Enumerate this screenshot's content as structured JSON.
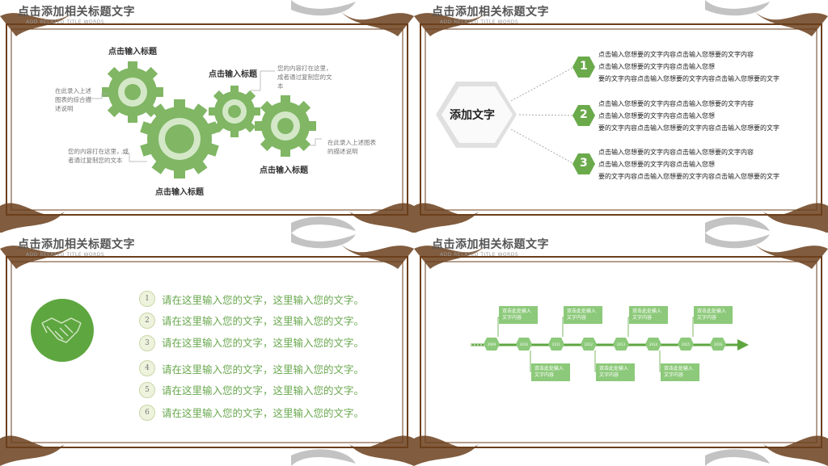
{
  "slides": [
    {
      "title": "点击添加相关标题文字",
      "subtitle": "ADD RELATED TITLE WORDS",
      "gear_labels": [
        "点击输入标题",
        "点击输入标题",
        "点击输入标题",
        "点击输入标题"
      ],
      "notes": [
        "在此录入上述图表的综合描述说明",
        "您的内容打在这里，或者通过复制您的文本",
        "您的内容打在这里，成者通过复制您的文本",
        "在此录入上述图表的描述说明"
      ]
    },
    {
      "title": "点击添加相关标题文字",
      "subtitle": "ADD RELATED TITLE WORDS",
      "center_text": "添加文字",
      "items": [
        {
          "num": "1",
          "lines": [
            "点击输入您想要的文字内容点击输入您想要的文字内容",
            "点击输入您想要的文字内容点击输入您想",
            "要的文字内容点击输入您想要的文字内容点击输入您想要的文字"
          ]
        },
        {
          "num": "2",
          "lines": [
            "点击输入您想要的文字内容点击输入您想要的文字内容",
            "点击输入您想要的文字内容点击输入您想",
            "要的文字内容点击输入您想要的文字内容点击输入您想要的文字"
          ]
        },
        {
          "num": "3",
          "lines": [
            "点击输入您想要的文字内容点击输入您想要的文字内容",
            "点击输入您想要的文字内容点击输入您想",
            "要的文字内容点击输入您想要的文字内容点击输入您想要的文字"
          ]
        }
      ]
    },
    {
      "title": "点击添加相关标题文字",
      "subtitle": "ADD RELATED TITLE WORDS",
      "icon": "handshake-icon",
      "items": [
        {
          "num": "1",
          "text": "请在这里输入您的文字，这里输入您的文字。"
        },
        {
          "num": "2",
          "text": "请在这里输入您的文字，这里输入您的文字。"
        },
        {
          "num": "3",
          "text": "请在这里输入您的文字，这里输入您的文字。"
        },
        {
          "num": "4",
          "text": "请在这里输入您的文字，这里输入您的文字。"
        },
        {
          "num": "5",
          "text": "请在这里输入您的文字，这里输入您的文字。"
        },
        {
          "num": "6",
          "text": "请在这里输入您的文字，这里输入您的文字。"
        }
      ]
    },
    {
      "title": "点击添加相关标题文字",
      "subtitle": "ADD RELATED TITLE WORDS",
      "years": [
        "2009",
        "2010",
        "2011",
        "2012",
        "2013",
        "2014",
        "2015",
        "2016"
      ],
      "top_boxes": [
        "双击此处输入文字内容",
        "双击此处输入文字内容",
        "双击此处输入文字内容",
        "双击此处输入文字内容"
      ],
      "bottom_boxes": [
        "双击此处输入文字内容",
        "双击此处输入文字内容",
        "双击此处输入文字内容"
      ]
    }
  ],
  "colors": {
    "frame": "#6b3f1c",
    "ornament_gray": "#a9a9a9",
    "green": "#6aaa4a",
    "light_green": "#8cc97a"
  }
}
